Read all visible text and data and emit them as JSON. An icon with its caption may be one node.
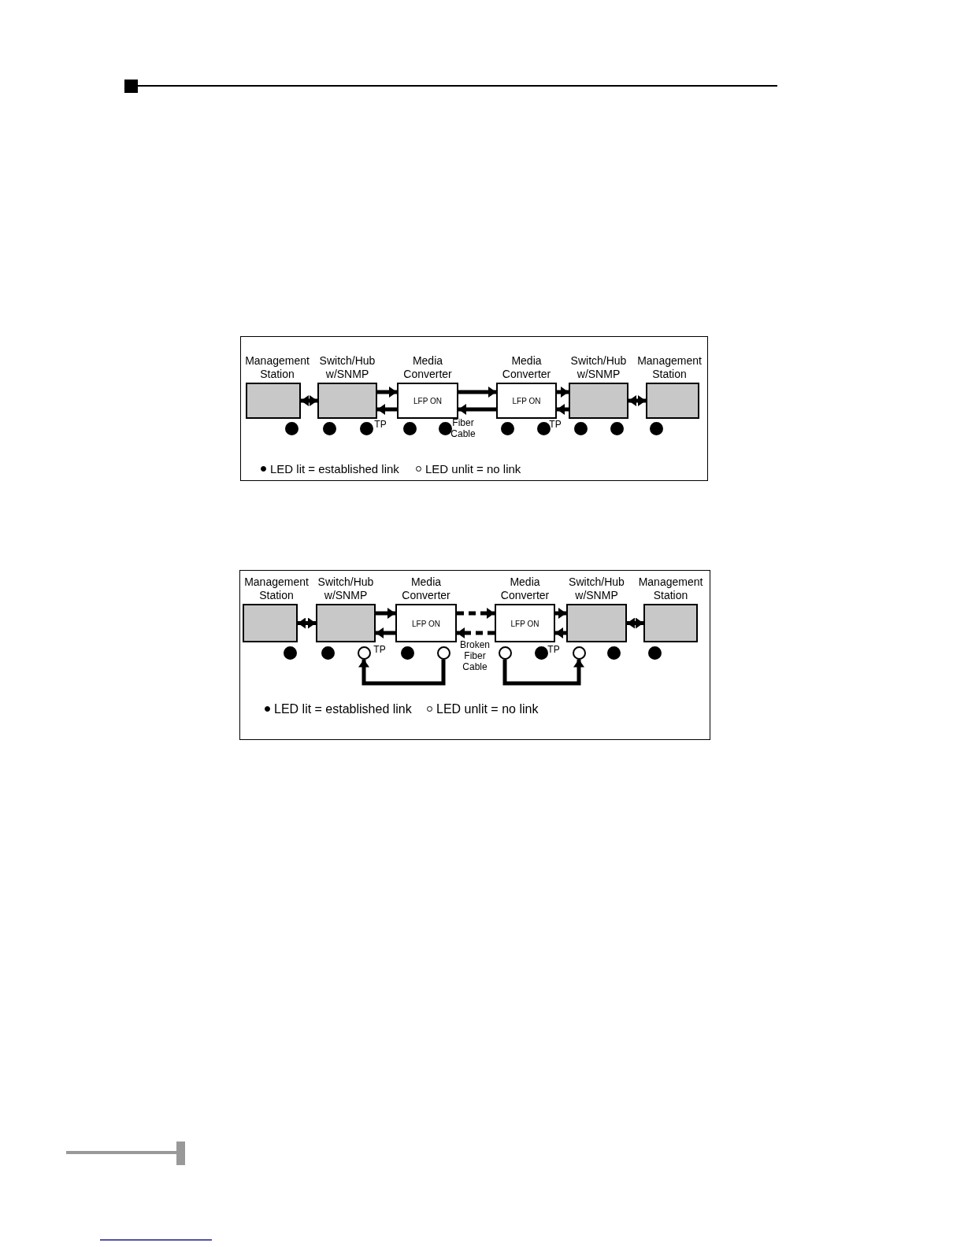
{
  "diagram": {
    "nodes": [
      {
        "text": [],
        "shape": "box"
      },
      {
        "text": [
          "Management Station"
        ],
        "in": 0
      },
      {
        "text": [
          "Switch/Hub w/SNMP"
        ],
        "in": 0
      },
      {
        "text": [
          "Media Converter",
          "LFP ON"
        ],
        "in": 0
      },
      {
        "text": [
          "Media Converter",
          "LFP ON"
        ],
        "in": 0
      },
      {
        "text": [
          "Switch/Hub w/SNMP"
        ],
        "in": 0
      },
      {
        "text": [
          "Management Station"
        ],
        "in": 0
      },
      {
        "text": [],
        "shape": "dot",
        "in": 0
      },
      {
        "text": [],
        "shape": "dot",
        "in": 0
      },
      {
        "text": [],
        "shape": "dot",
        "in": 0
      },
      {
        "text": [],
        "shape": "dot",
        "in": 0
      },
      {
        "text": [],
        "shape": "dot",
        "in": 0
      },
      {
        "text": [],
        "shape": "dot",
        "in": 0
      },
      {
        "text": [],
        "shape": "dot",
        "in": 0
      },
      {
        "text": [],
        "shape": "dot",
        "in": 0
      },
      {
        "text": [],
        "shape": "dot",
        "in": 0
      },
      {
        "text": [],
        "shape": "dot",
        "in": 0
      },
      {
        "text": [],
        "shape": "box"
      },
      {
        "text": [
          "Management Station"
        ],
        "in": 17
      },
      {
        "text": [
          "Switch/Hub w/SNMP"
        ],
        "in": 17
      },
      {
        "text": [
          "Media Converter",
          "LFP ON"
        ],
        "in": 17
      },
      {
        "text": [
          "Media Converter",
          "LFP ON"
        ],
        "in": 17
      },
      {
        "text": [
          "Switch/Hub w/SNMP"
        ],
        "in": 17
      },
      {
        "text": [
          "Management Station"
        ],
        "in": 17
      },
      {
        "text": [],
        "shape": "dot",
        "in": 17
      },
      {
        "text": [],
        "shape": "dot",
        "in": 17
      },
      {
        "text": [],
        "shape": "circle",
        "in": 17
      },
      {
        "text": [],
        "shape": "dot",
        "in": 17
      },
      {
        "text": [],
        "shape": "circle",
        "in": 17
      },
      {
        "text": [],
        "shape": "circle",
        "in": 17
      },
      {
        "text": [],
        "shape": "dot",
        "in": 17
      },
      {
        "text": [],
        "shape": "circle",
        "in": 17
      },
      {
        "text": [],
        "shape": "dot",
        "in": 17
      },
      {
        "text": [],
        "shape": "dot",
        "in": 17
      }
    ],
    "edges": [
      {
        "from": 1,
        "to": 2,
        "arrow": "both"
      },
      {
        "from": 2,
        "to": 3,
        "arrow": "to"
      },
      {
        "from": 3,
        "to": 2,
        "arrow": "to"
      },
      {
        "from": 3,
        "to": 4,
        "arrow": "to"
      },
      {
        "from": 4,
        "to": 3,
        "arrow": "to"
      },
      {
        "from": 4,
        "to": 5,
        "arrow": "to"
      },
      {
        "from": 5,
        "to": 4,
        "arrow": "to"
      },
      {
        "from": 5,
        "to": 6,
        "arrow": "both"
      },
      {
        "from": 18,
        "to": 19,
        "arrow": "both"
      },
      {
        "from": 19,
        "to": 20,
        "arrow": "to"
      },
      {
        "from": 20,
        "to": 19,
        "arrow": "to"
      },
      {
        "from": 20,
        "to": 21,
        "arrow": "to",
        "style": "dashed"
      },
      {
        "from": 21,
        "to": 20,
        "arrow": "to",
        "style": "dashed"
      },
      {
        "from": 21,
        "to": 22,
        "arrow": "to"
      },
      {
        "from": 22,
        "to": 21,
        "arrow": "to"
      },
      {
        "from": 22,
        "to": 23,
        "arrow": "both"
      },
      {
        "from": 28,
        "to": 26,
        "arrow": "to"
      },
      {
        "from": 29,
        "to": 31,
        "arrow": "to"
      }
    ],
    "labels": [
      "TP",
      "Fiber Cable",
      "TP",
      "TP",
      "Broken Fiber Cable",
      "TP"
    ],
    "legend": [
      {
        "text": "LED lit = established link"
      },
      {
        "text": "LED unlit = no link"
      },
      {
        "text": "LED lit = established link"
      },
      {
        "text": "LED unlit = no link"
      }
    ]
  }
}
